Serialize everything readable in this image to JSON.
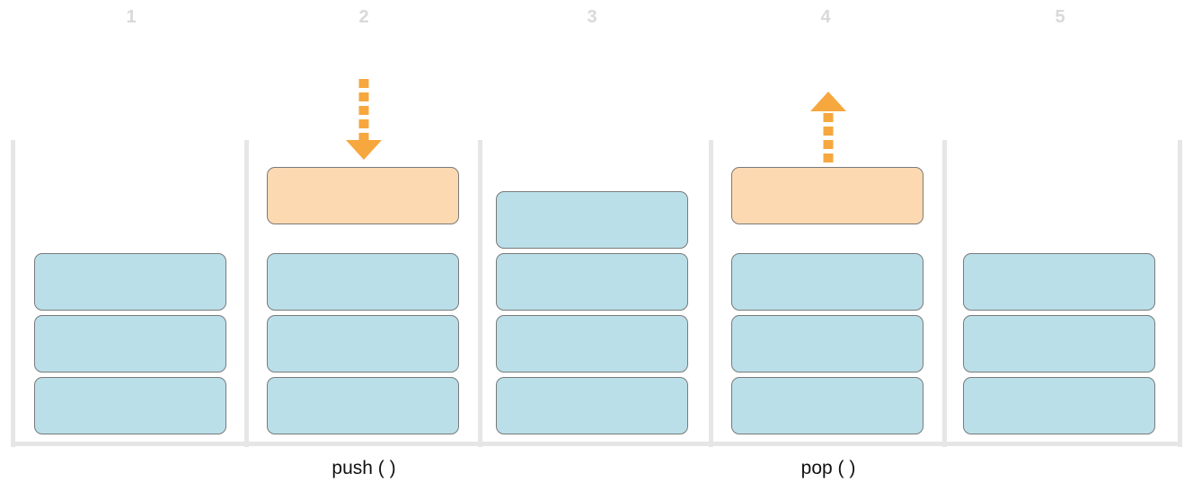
{
  "steps": [
    {
      "number": "1",
      "operation": "",
      "blocks": 3,
      "active": "none"
    },
    {
      "number": "2",
      "operation": "push ( )",
      "blocks": 3,
      "active": "push"
    },
    {
      "number": "3",
      "operation": "",
      "blocks": 4,
      "active": "none"
    },
    {
      "number": "4",
      "operation": "pop ( )",
      "blocks": 3,
      "active": "pop"
    },
    {
      "number": "5",
      "operation": "",
      "blocks": 3,
      "active": "none"
    }
  ],
  "colors": {
    "stack_block": "#badfe9",
    "active_block": "#fdd9b1",
    "arrow": "#f6a73e",
    "wall": "#e6e6e6",
    "step_number": "#d9d9d9"
  },
  "icons": {
    "push": "arrow-down-dashed-icon",
    "pop": "arrow-up-dashed-icon"
  }
}
